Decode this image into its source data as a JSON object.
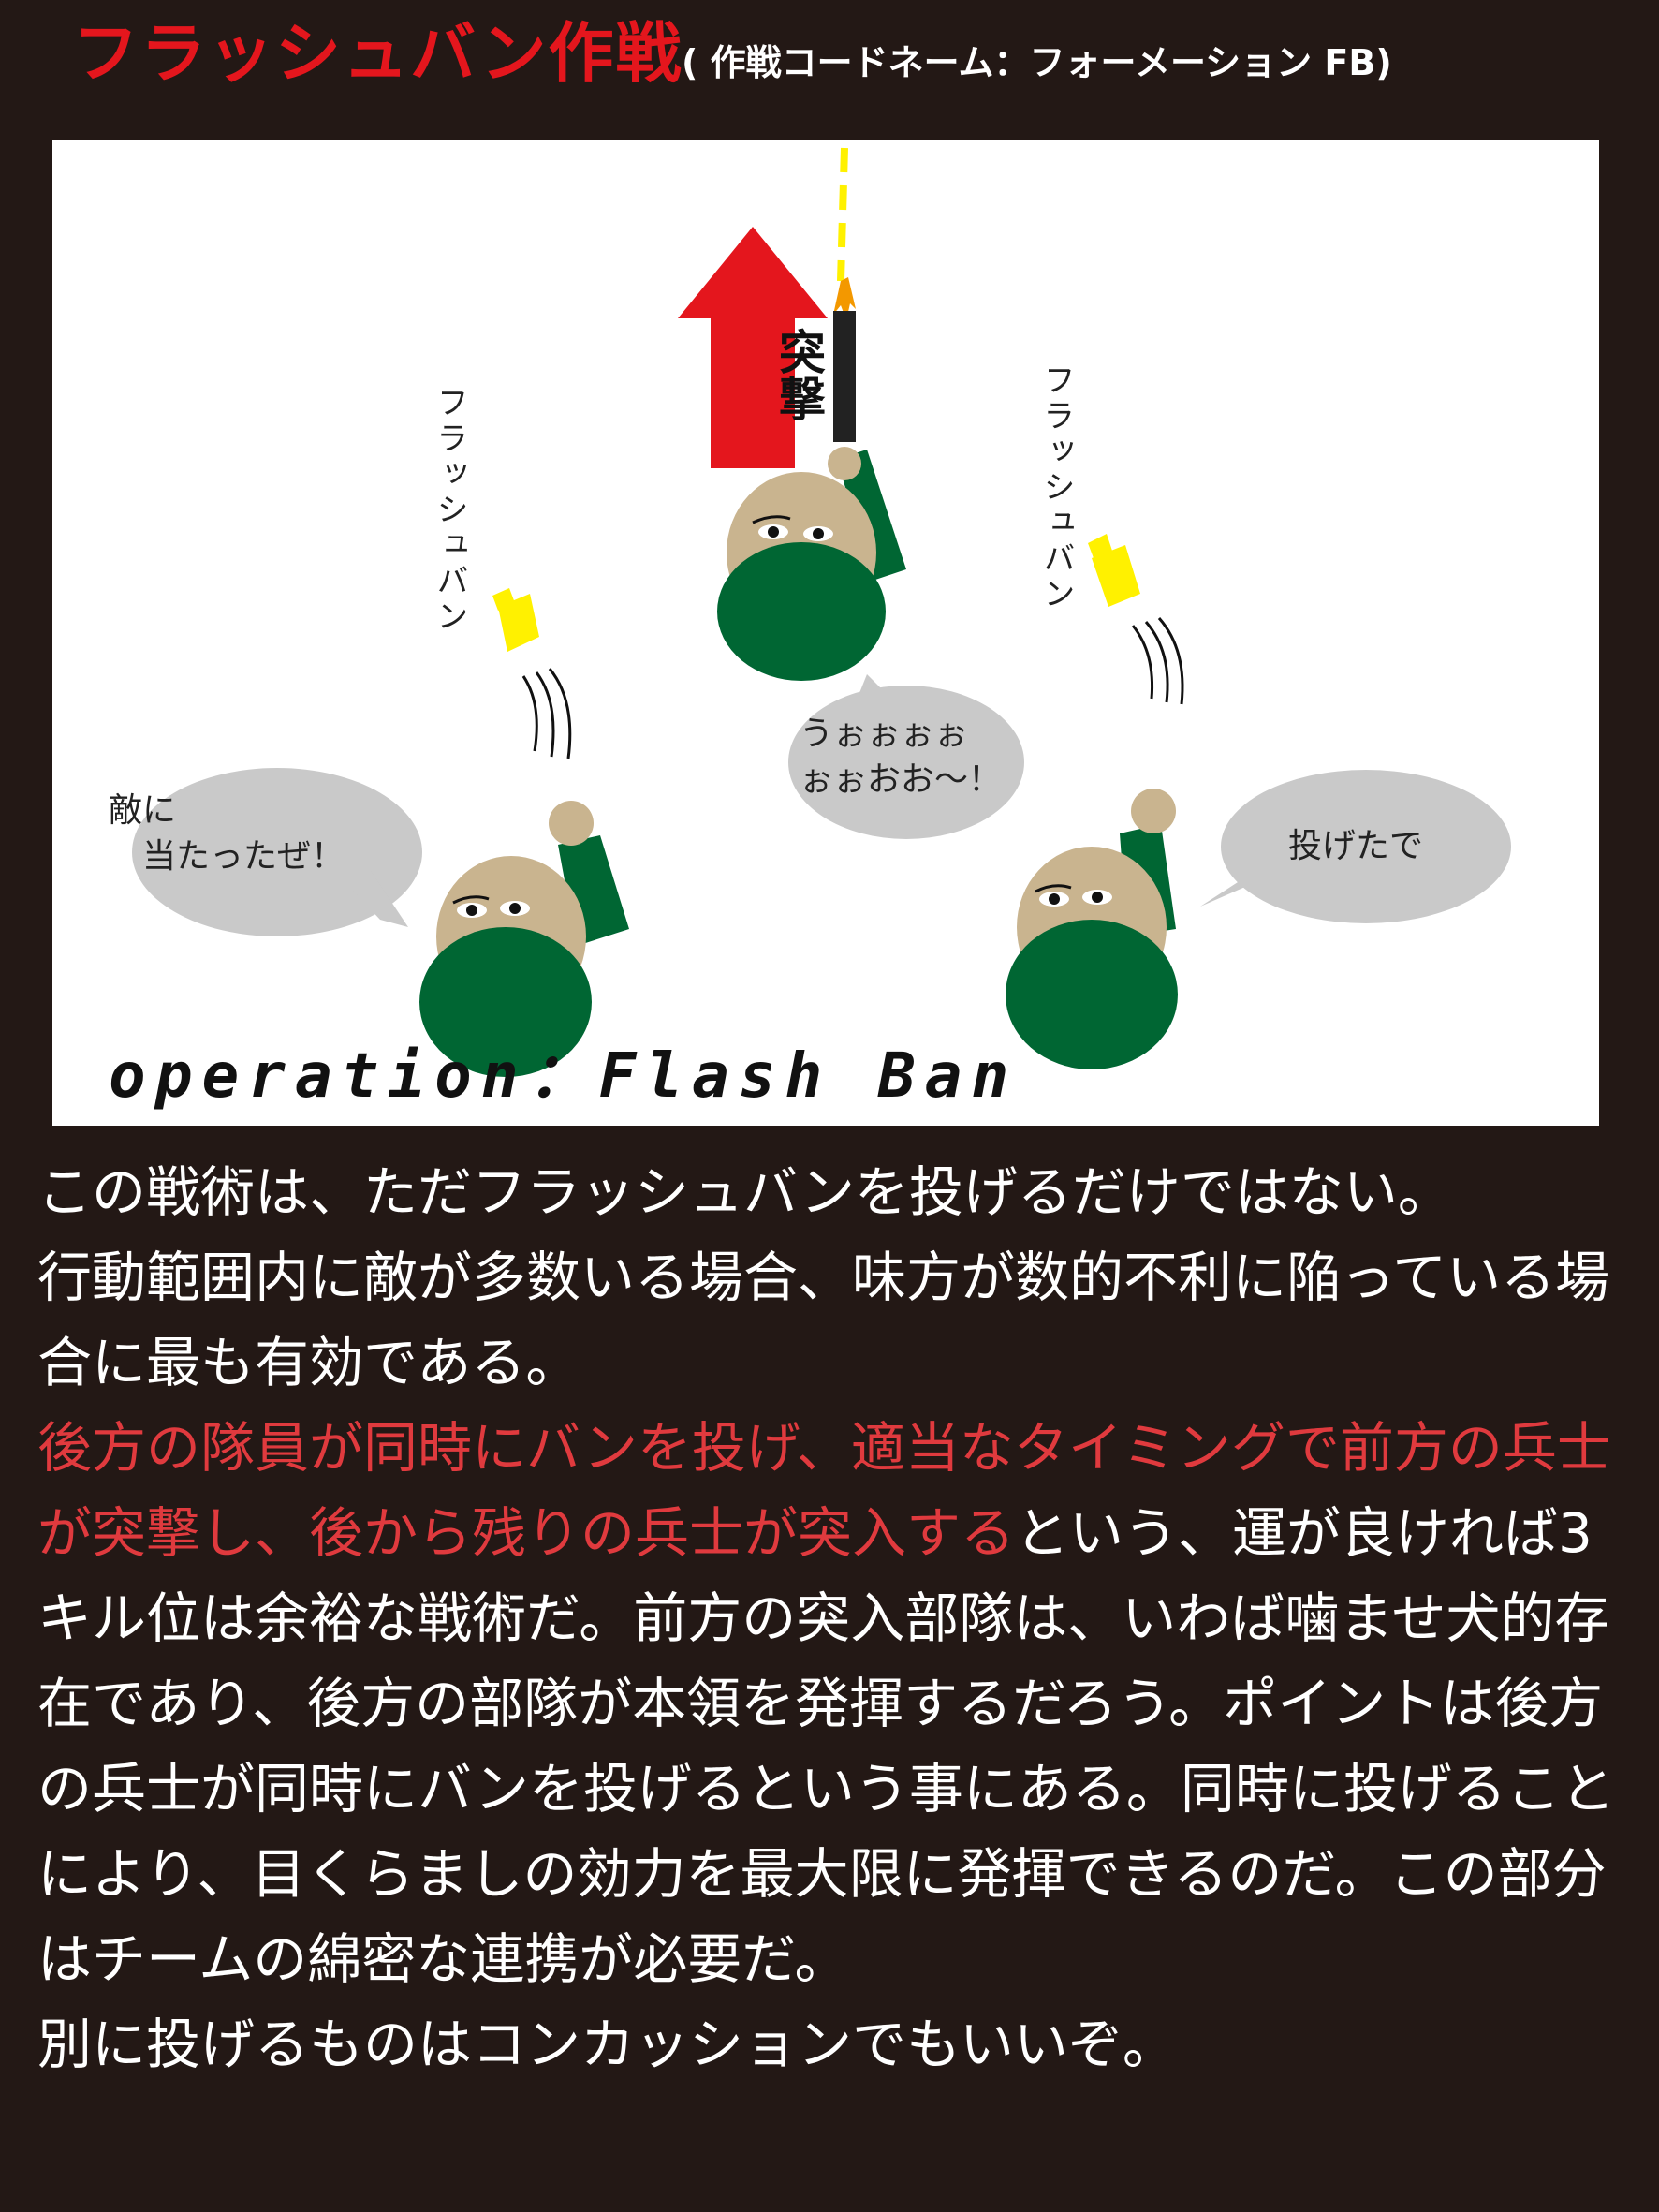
{
  "header": {
    "title": "フラッシュバン作戦",
    "subtitle": "( 作戦コードネーム：フォーメーション FB)"
  },
  "illustration": {
    "charge_label": "突撃",
    "flashbang_left": "フラッシュバン",
    "flashbang_right": "フラッシュバン",
    "bubble_left": "敵に\n　当たったぜ！",
    "bubble_center": "うぉぉぉぉ\nぉぉおお～！",
    "bubble_right": "投げたで",
    "operation_logo": "operation：Flash Ban",
    "colors": {
      "red": "#e4161d",
      "helmet_green": "#006633",
      "skin": "#c9b48f",
      "flash_yellow": "#fff100",
      "bubble_gray": "#c9c9c9"
    }
  },
  "body": {
    "line1": "この戦術は、ただフラッシュバンを投げるだけではない。",
    "line2": "行動範囲内に敵が多数いる場合、味方が数的不利に陥っている場合に最も有効である。",
    "highlight": "後方の隊員が同時にバンを投げ、適当なタイミングで前方の兵士が突撃し、後から残りの兵士が突入する",
    "after_highlight": "という、運が良ければ3キル位は余裕な戦術だ。前方の突入部隊は、いわば噛ませ犬的存在であり、後方の部隊が本領を発揮するだろう。ポイントは後方の兵士が同時にバンを投げるという事にある。同時に投げることにより、目くらましの効力を最大限に発揮できるのだ。この部分はチームの綿密な連携が必要だ。",
    "last_line": "別に投げるものはコンカッションでもいいぞ。"
  }
}
